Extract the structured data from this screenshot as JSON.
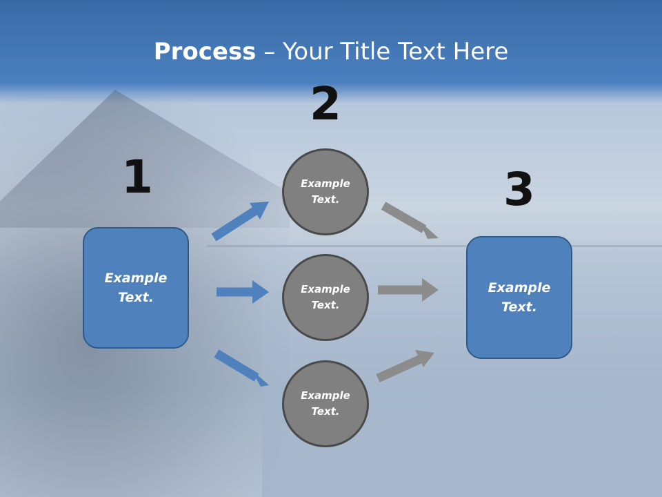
{
  "title": {
    "bold": "Process",
    "rest": " – Your Title Text Here"
  },
  "numbers": [
    "1",
    "2",
    "3"
  ],
  "boxes": {
    "left": "Example Text.",
    "right": "Example Text."
  },
  "circles": [
    "Example Text.",
    "Example Text.",
    "Example Text."
  ],
  "colors": {
    "box": "#4f81bd",
    "circle": "#808080",
    "arrow_blue": "#4f81bd",
    "arrow_gray": "#8c8c8c"
  }
}
